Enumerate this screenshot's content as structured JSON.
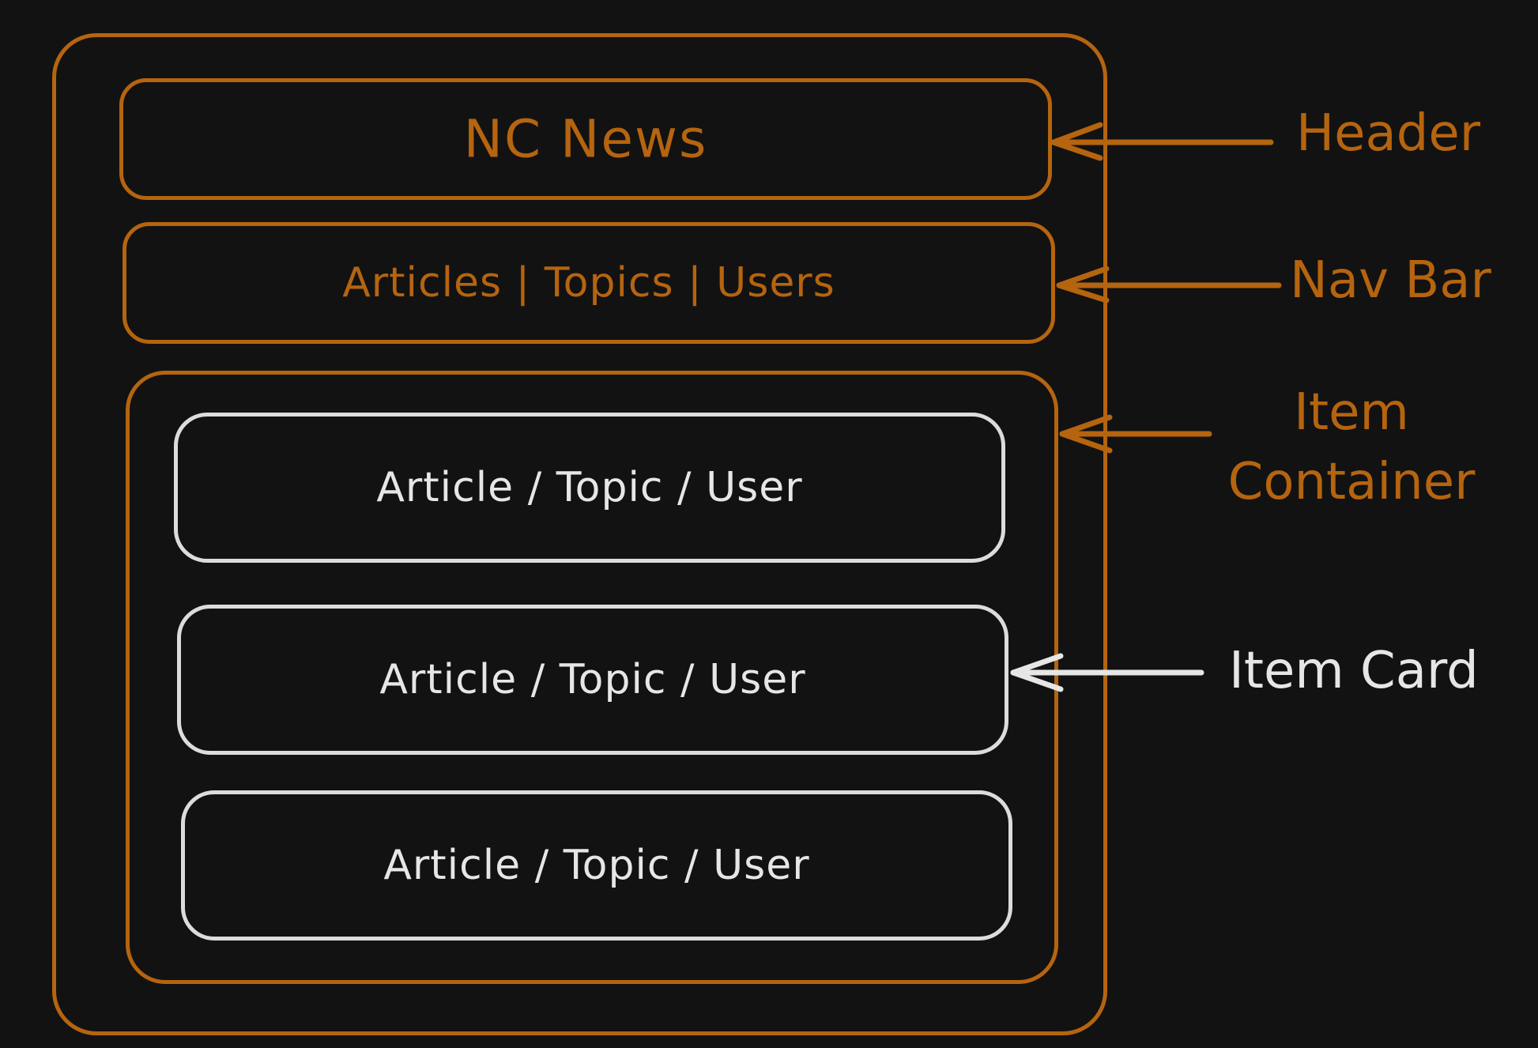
{
  "header": {
    "title": "NC News"
  },
  "nav": {
    "text": "Articles | Topics | Users"
  },
  "cards": [
    {
      "text": "Article / Topic / User"
    },
    {
      "text": "Article / Topic / User"
    },
    {
      "text": "Article / Topic / User"
    }
  ],
  "annotations": {
    "header": "Header",
    "nav_bar": "Nav Bar",
    "item_container_line1": "Item",
    "item_container_line2": "Container",
    "item_card": "Item Card"
  },
  "colors": {
    "background": "#121212",
    "accent": "#b5640f",
    "card_stroke": "#dcdcdc"
  }
}
